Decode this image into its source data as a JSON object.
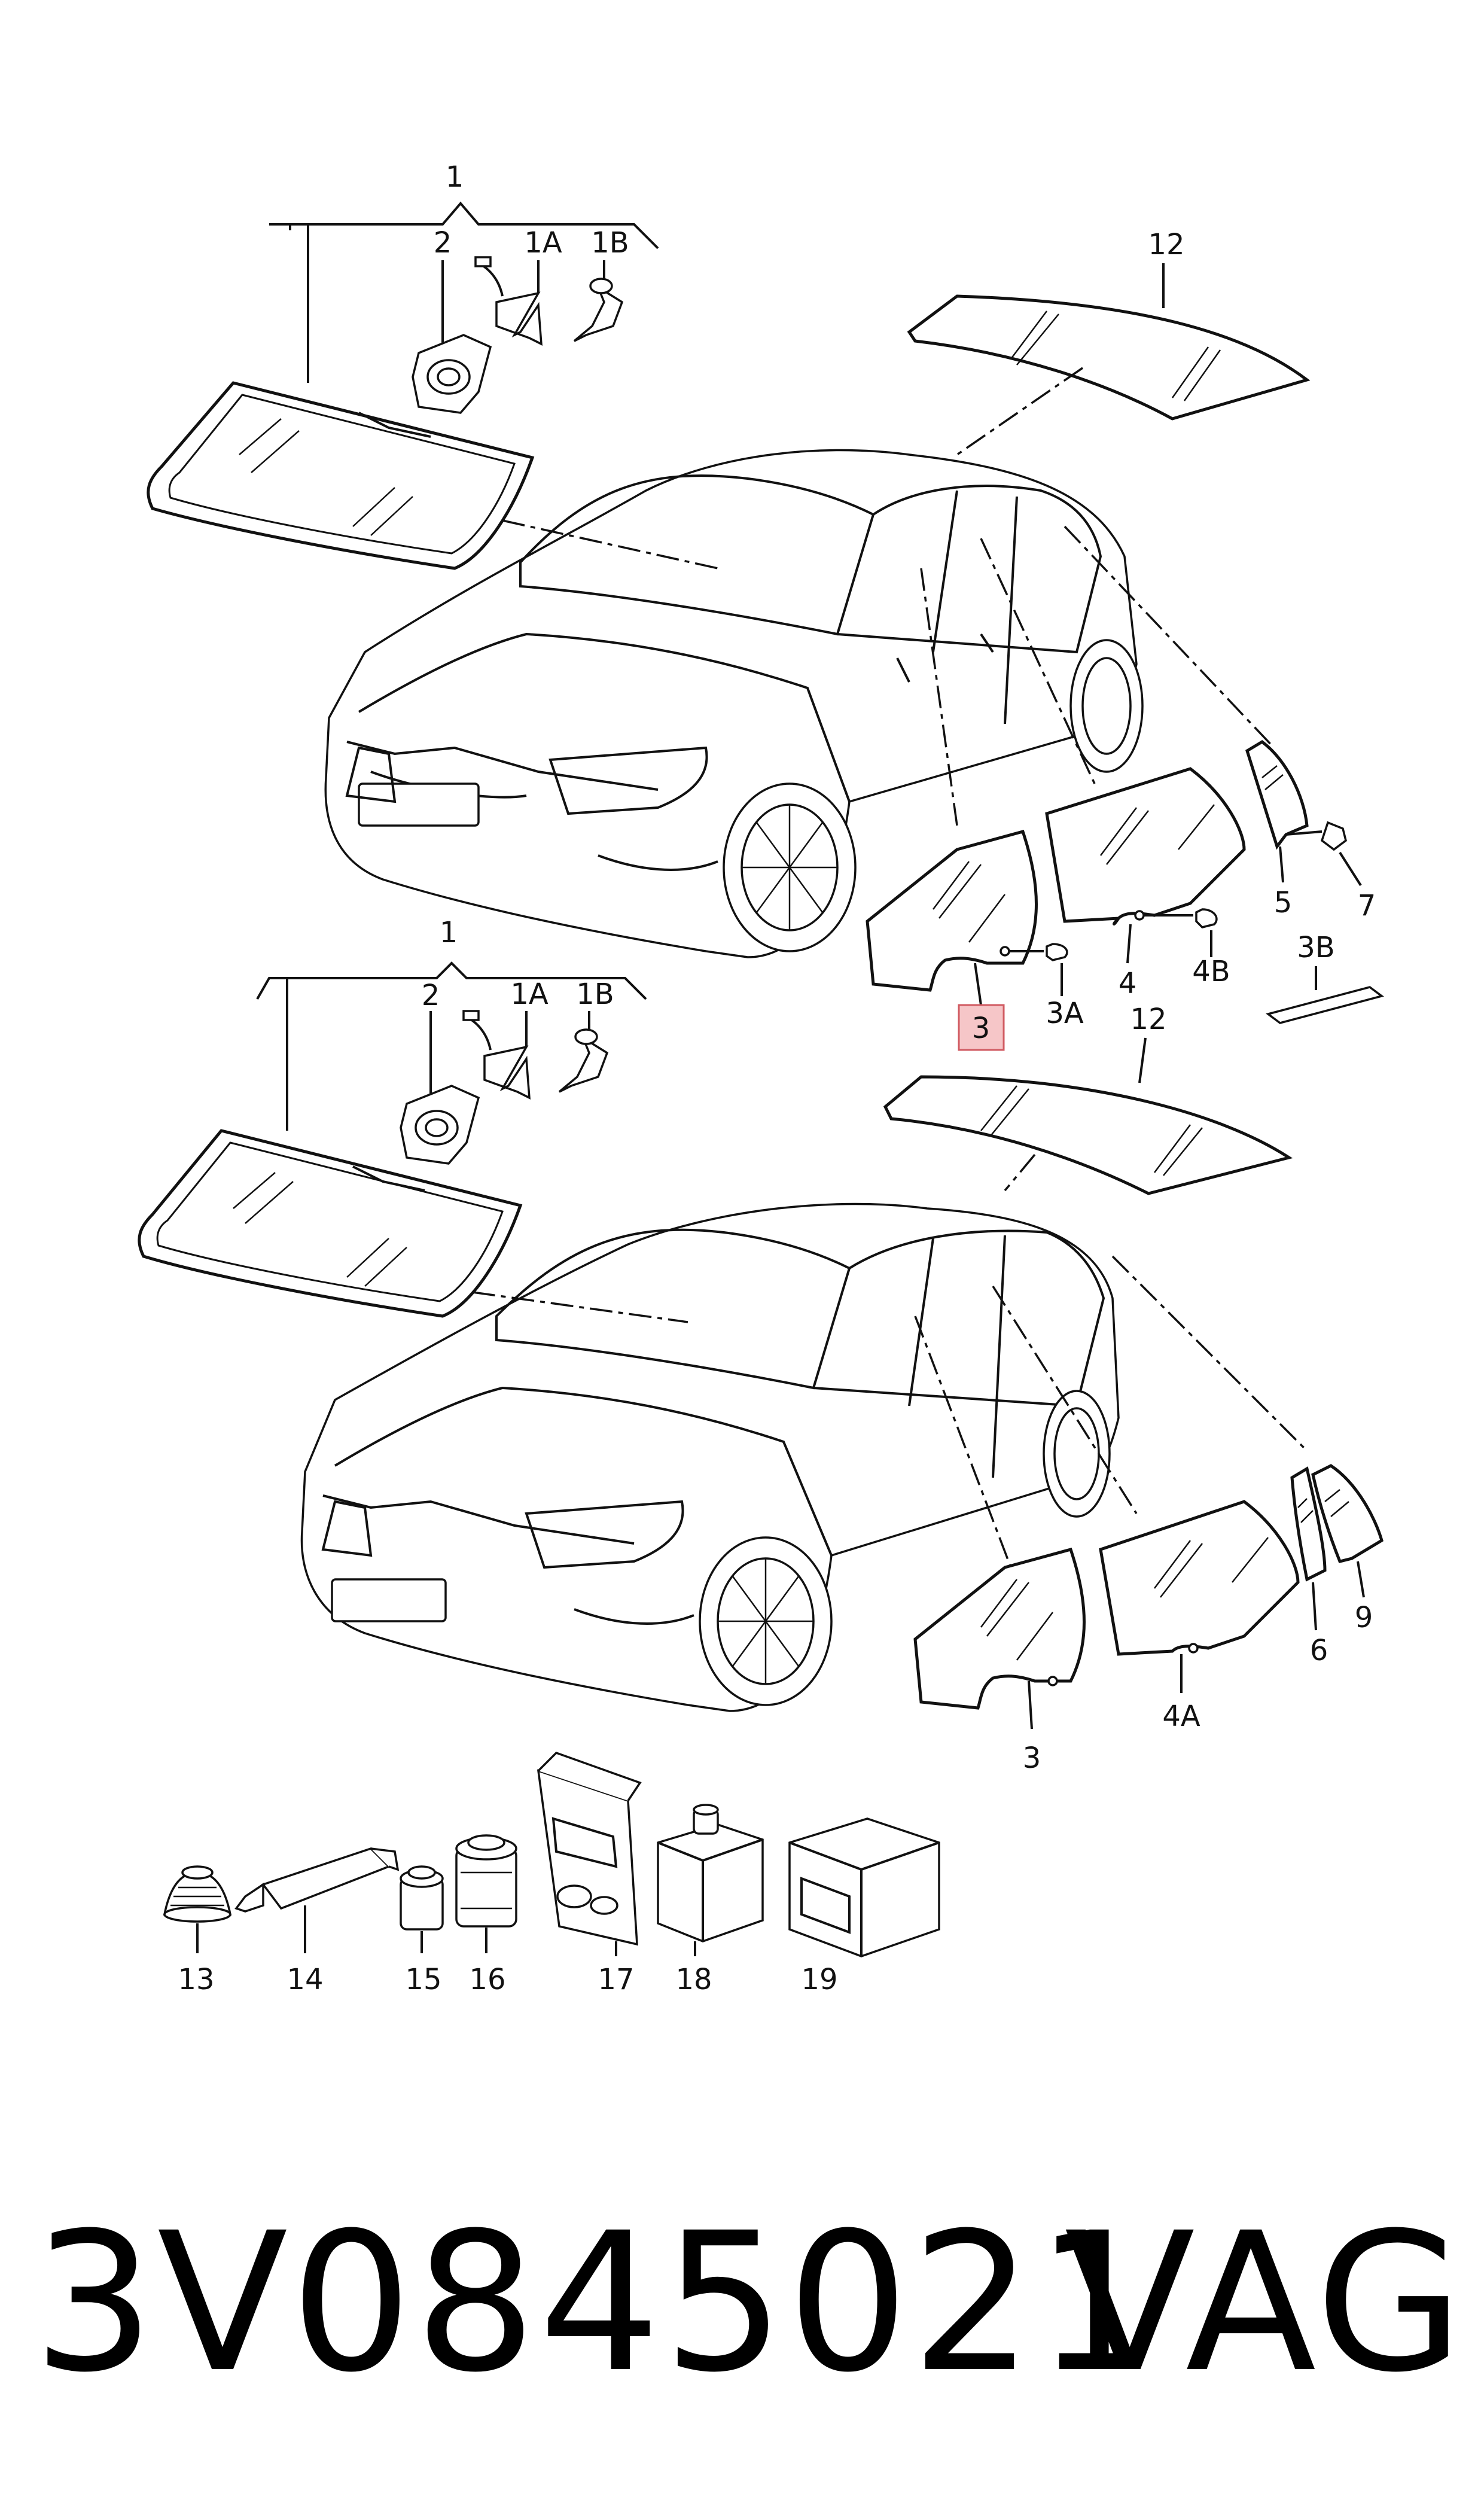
{
  "callouts": {
    "c1": "1",
    "c1b": "1",
    "c2": "2",
    "c2b": "2",
    "c1a": "1A",
    "c1ab": "1A",
    "c1b_lbl": "1B",
    "c1bb": "1B",
    "c12": "12",
    "c12b": "12",
    "c3": "3",
    "c3b": "3",
    "c3a": "3A",
    "c3b_lbl": "3B",
    "c4": "4",
    "c4a": "4A",
    "c4b": "4B",
    "c5": "5",
    "c6": "6",
    "c7": "7",
    "c9": "9",
    "c13": "13",
    "c14": "14",
    "c15": "15",
    "c16": "16",
    "c17": "17",
    "c18": "18",
    "c19": "19"
  },
  "highlighted_callout": "3",
  "highlight_color": "#f6c6c8",
  "footer": {
    "part_number": "3V0845021",
    "brand": "VAG"
  }
}
